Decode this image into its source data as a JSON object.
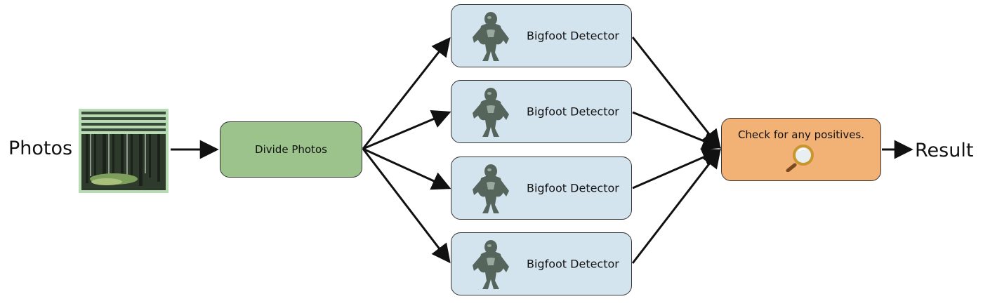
{
  "labels": {
    "input": "Photos",
    "output": "Result"
  },
  "nodes": {
    "divide": "Divide Photos",
    "detectors": [
      {
        "label": "Bigfoot Detector"
      },
      {
        "label": "Bigfoot Detector"
      },
      {
        "label": "Bigfoot Detector"
      },
      {
        "label": "Bigfoot Detector"
      }
    ],
    "check": "Check for any positives."
  },
  "icons": {
    "input": "forest-photo-stack-icon",
    "detector": "bigfoot-icon",
    "check": "magnifying-glass-icon"
  },
  "colors": {
    "divide_fill": "#9dc38c",
    "detector_fill": "#d3e4ef",
    "check_fill": "#f2b175",
    "photo_frame": "#b7dcb4",
    "arrow": "#111111"
  }
}
